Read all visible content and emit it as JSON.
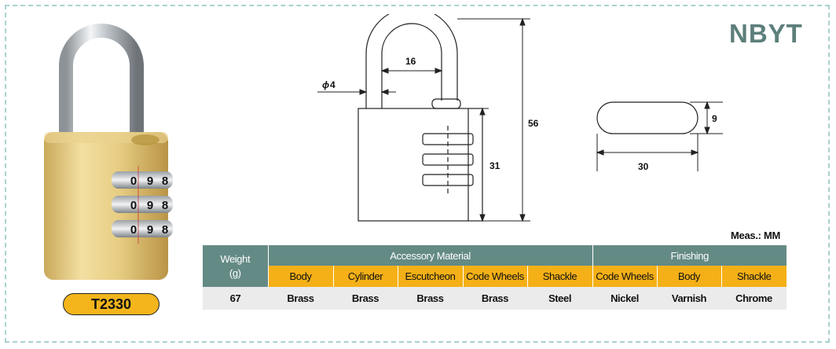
{
  "brand": "NBYT",
  "model": "T2330",
  "photo": {
    "dial_digits": [
      "0",
      "9",
      "8"
    ]
  },
  "drawing": {
    "dim_shackle_width": "16",
    "dim_shackle_diameter": "4",
    "dim_total_height": "56",
    "dim_body_height": "31",
    "dim_section_width": "30",
    "dim_section_height": "9"
  },
  "measure_unit": "Meas.: MM",
  "table": {
    "weight_header_line1": "Weight",
    "weight_header_line2": "(g)",
    "group_accessory": "Accessory Material",
    "group_finishing": "Finishing",
    "sub_headers": [
      "Body",
      "Cylinder",
      "Escutcheon",
      "Code Wheels",
      "Shackle",
      "Code Wheels",
      "Body",
      "Shackle"
    ],
    "weight_value": "67",
    "values": [
      "Brass",
      "Brass",
      "Brass",
      "Brass",
      "Steel",
      "Nickel",
      "Varnish",
      "Chrome"
    ]
  },
  "colors": {
    "header_teal": "#648a86",
    "subheader_orange": "#f4b016",
    "brand_text": "#5d7f7b",
    "badge_gold": "#f3b51b"
  }
}
